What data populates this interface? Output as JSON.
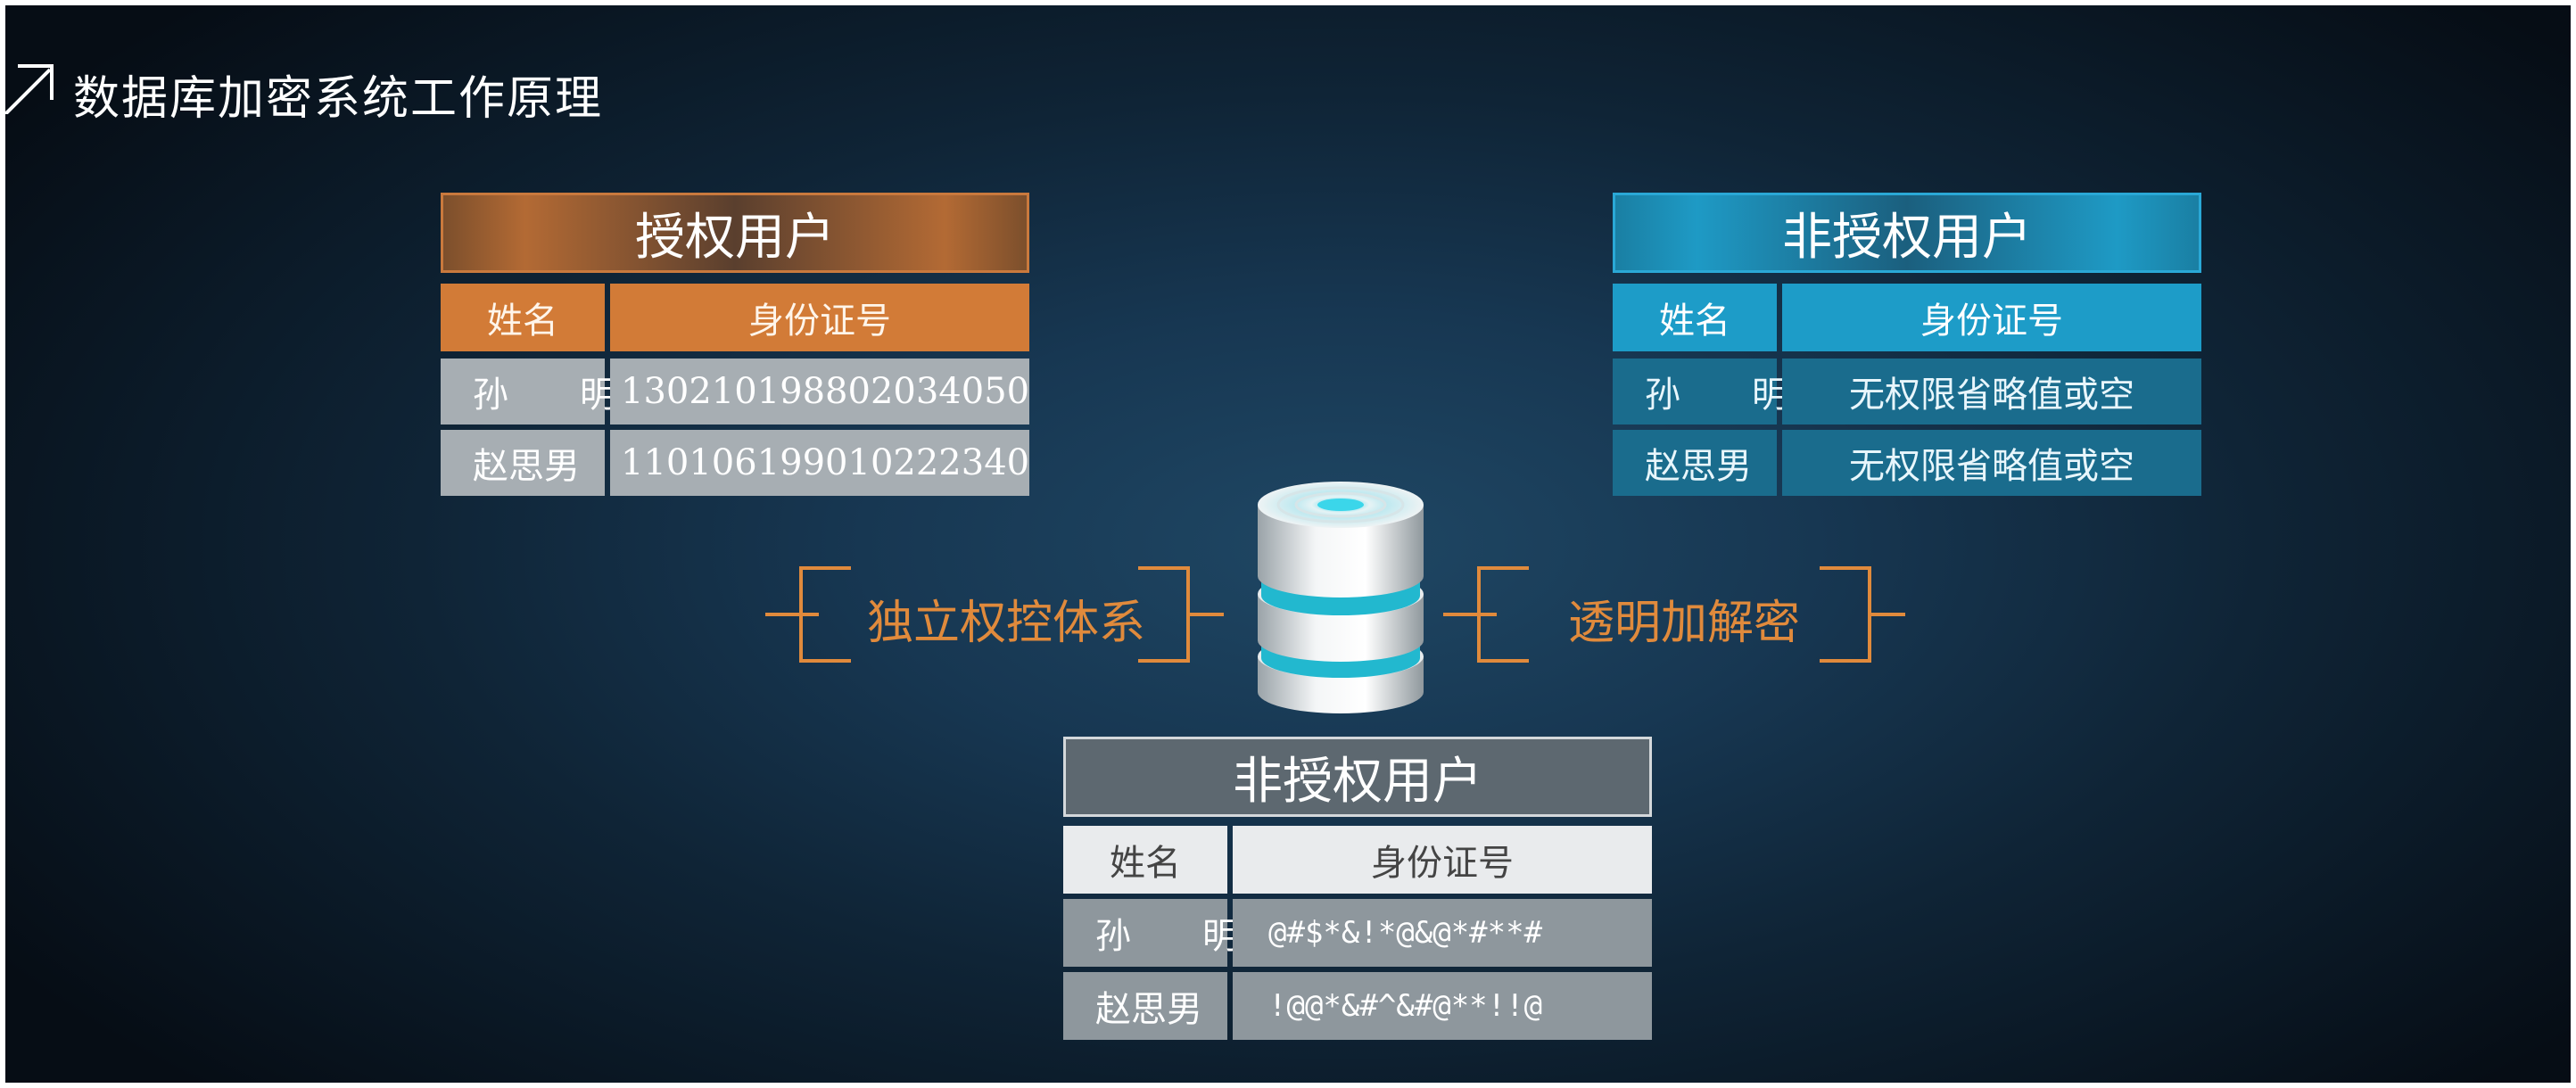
{
  "title": "数据库加密系统工作原理",
  "colors": {
    "orange": "#d27b37",
    "blue": "#1d9cc8",
    "gray": "#8e979d",
    "bracket": "#e08a3c"
  },
  "auth_panel": {
    "title": "授权用户",
    "headers": [
      "姓名",
      "身份证号"
    ],
    "rows": [
      {
        "name": "孙　　明",
        "id": "130210198802034050"
      },
      {
        "name": "赵思男",
        "id": "110106199010222340"
      }
    ]
  },
  "unauth_panel": {
    "title": "非授权用户",
    "headers": [
      "姓名",
      "身份证号"
    ],
    "rows": [
      {
        "name": "孙　　明",
        "id": "无权限省略值或空"
      },
      {
        "name": "赵思男",
        "id": "无权限省略值或空"
      }
    ]
  },
  "encrypted_panel": {
    "title": "非授权用户",
    "headers": [
      "姓名",
      "身份证号"
    ],
    "rows": [
      {
        "name": "孙　　明",
        "id": "@#$*&!*@&@*#**#"
      },
      {
        "name": "赵思男",
        "id": "!@@*&#^&#@**!!@"
      }
    ]
  },
  "features": [
    "独立权控体系",
    "透明加解密"
  ],
  "icons": {
    "corner": "corner-arrow-icon",
    "database": "database-icon"
  }
}
